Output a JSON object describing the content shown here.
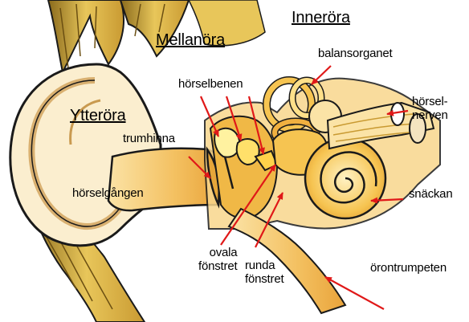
{
  "colors": {
    "outline": "#1a1a1a",
    "skin_light": "#fbeecf",
    "skin_mid": "#f3c977",
    "skin_dark": "#e09a2e",
    "canal": "#f0b040",
    "hair_dark": "#8a6a1c",
    "hair_light": "#e8c65a",
    "arrow": "#e01818"
  },
  "headings": {
    "outer": "Ytteröra",
    "middle": "Mellanöra",
    "inner": "Inneröra"
  },
  "labels": {
    "ear_canal": "hörselgången",
    "eardrum": "trumhinna",
    "ossicles": "hörselbenen",
    "balance_organ": "balansorganet",
    "nerve": "hörsel-\nnerven",
    "cochlea": "snäckan",
    "oval_window": "ovala\nfönstret",
    "round_window": "runda\nfönstret",
    "eustachian_tube": "örontrumpeten"
  }
}
